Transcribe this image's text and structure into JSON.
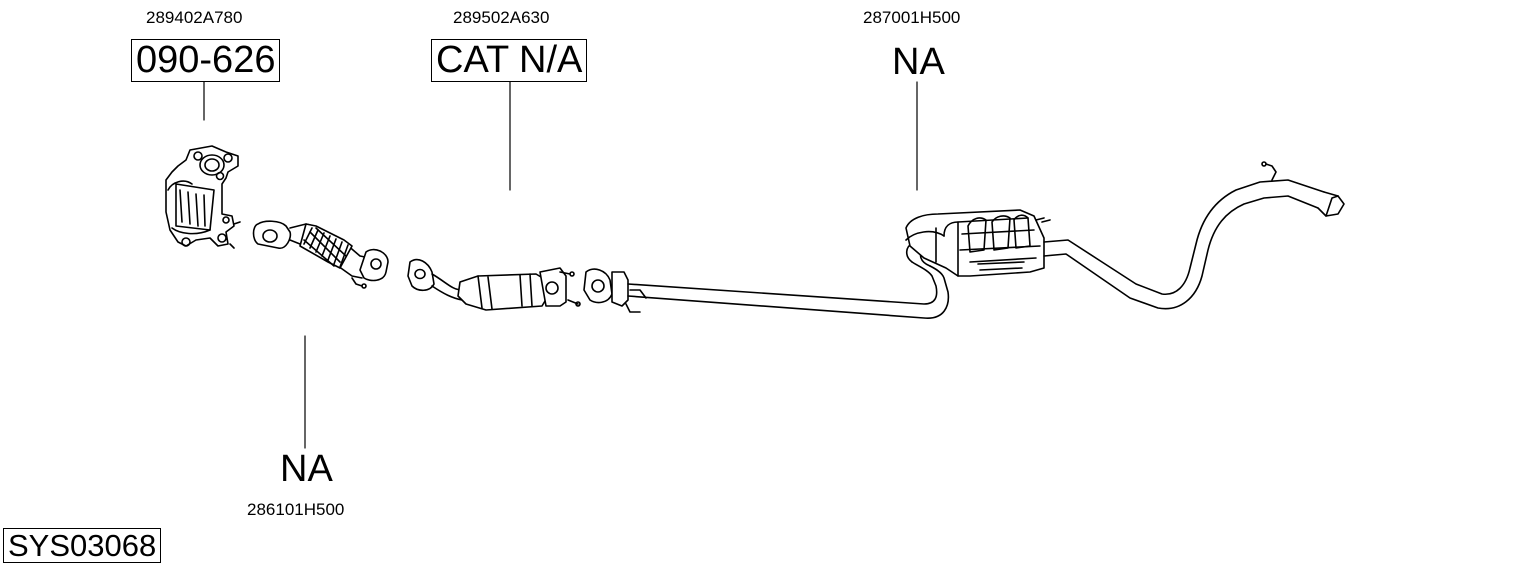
{
  "system_id": "SYS03068",
  "parts": [
    {
      "oem": "289402A780",
      "code": "090-626"
    },
    {
      "oem": "286101H500",
      "code": "NA"
    },
    {
      "oem": "289502A630",
      "code": "CAT N/A"
    },
    {
      "oem": "287001H500",
      "code": "NA"
    }
  ]
}
